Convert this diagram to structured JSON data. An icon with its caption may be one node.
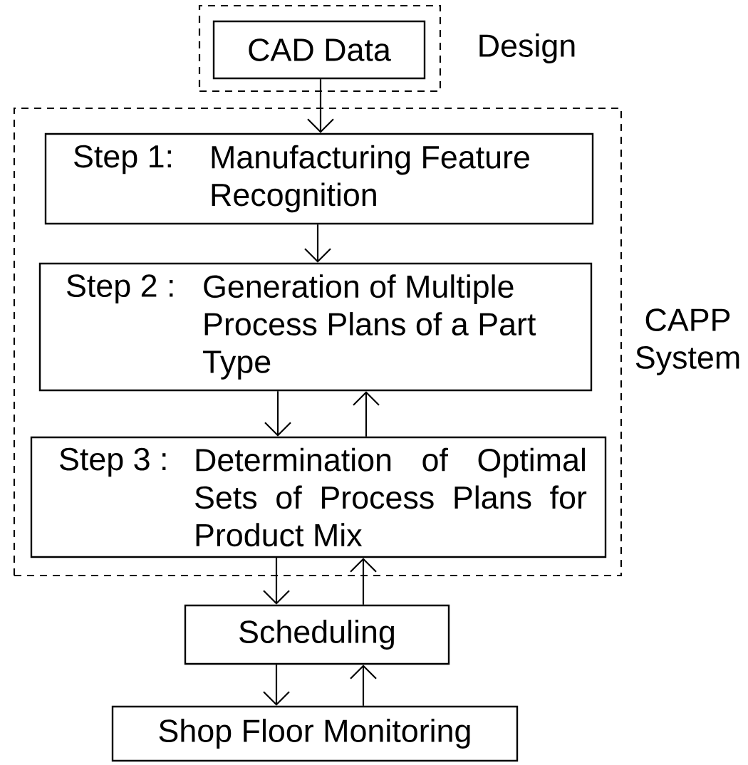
{
  "diagram": {
    "nodes": [
      {
        "text": [
          "Design"
        ]
      },
      {
        "text": [
          "CAD Data"
        ],
        "in": 0
      },
      {
        "text": [
          "CAPP System"
        ]
      },
      {
        "text": [
          "Step 1:",
          "Manufacturing Feature Recognition"
        ],
        "in": 2
      },
      {
        "text": [
          "Step 2 :",
          "Generation of Multiple Process Plans of a Part Type"
        ],
        "in": 2
      },
      {
        "text": [
          "Step 3 :",
          "Determination of Optimal Sets of Process Plans for Product Mix"
        ],
        "in": 2
      },
      {
        "text": [
          "Scheduling"
        ]
      },
      {
        "text": [
          "Shop Floor Monitoring"
        ]
      }
    ],
    "edges": [
      {
        "from": 1,
        "to": 3,
        "arrow": "to"
      },
      {
        "from": 3,
        "to": 4,
        "arrow": "to"
      },
      {
        "from": 4,
        "to": 5,
        "arrow": "to"
      },
      {
        "from": 5,
        "to": 4,
        "arrow": "to"
      },
      {
        "from": 5,
        "to": 6,
        "arrow": "to"
      },
      {
        "from": 6,
        "to": 5,
        "arrow": "to"
      },
      {
        "from": 6,
        "to": 7,
        "arrow": "to"
      },
      {
        "from": 7,
        "to": 6,
        "arrow": "to"
      }
    ]
  }
}
